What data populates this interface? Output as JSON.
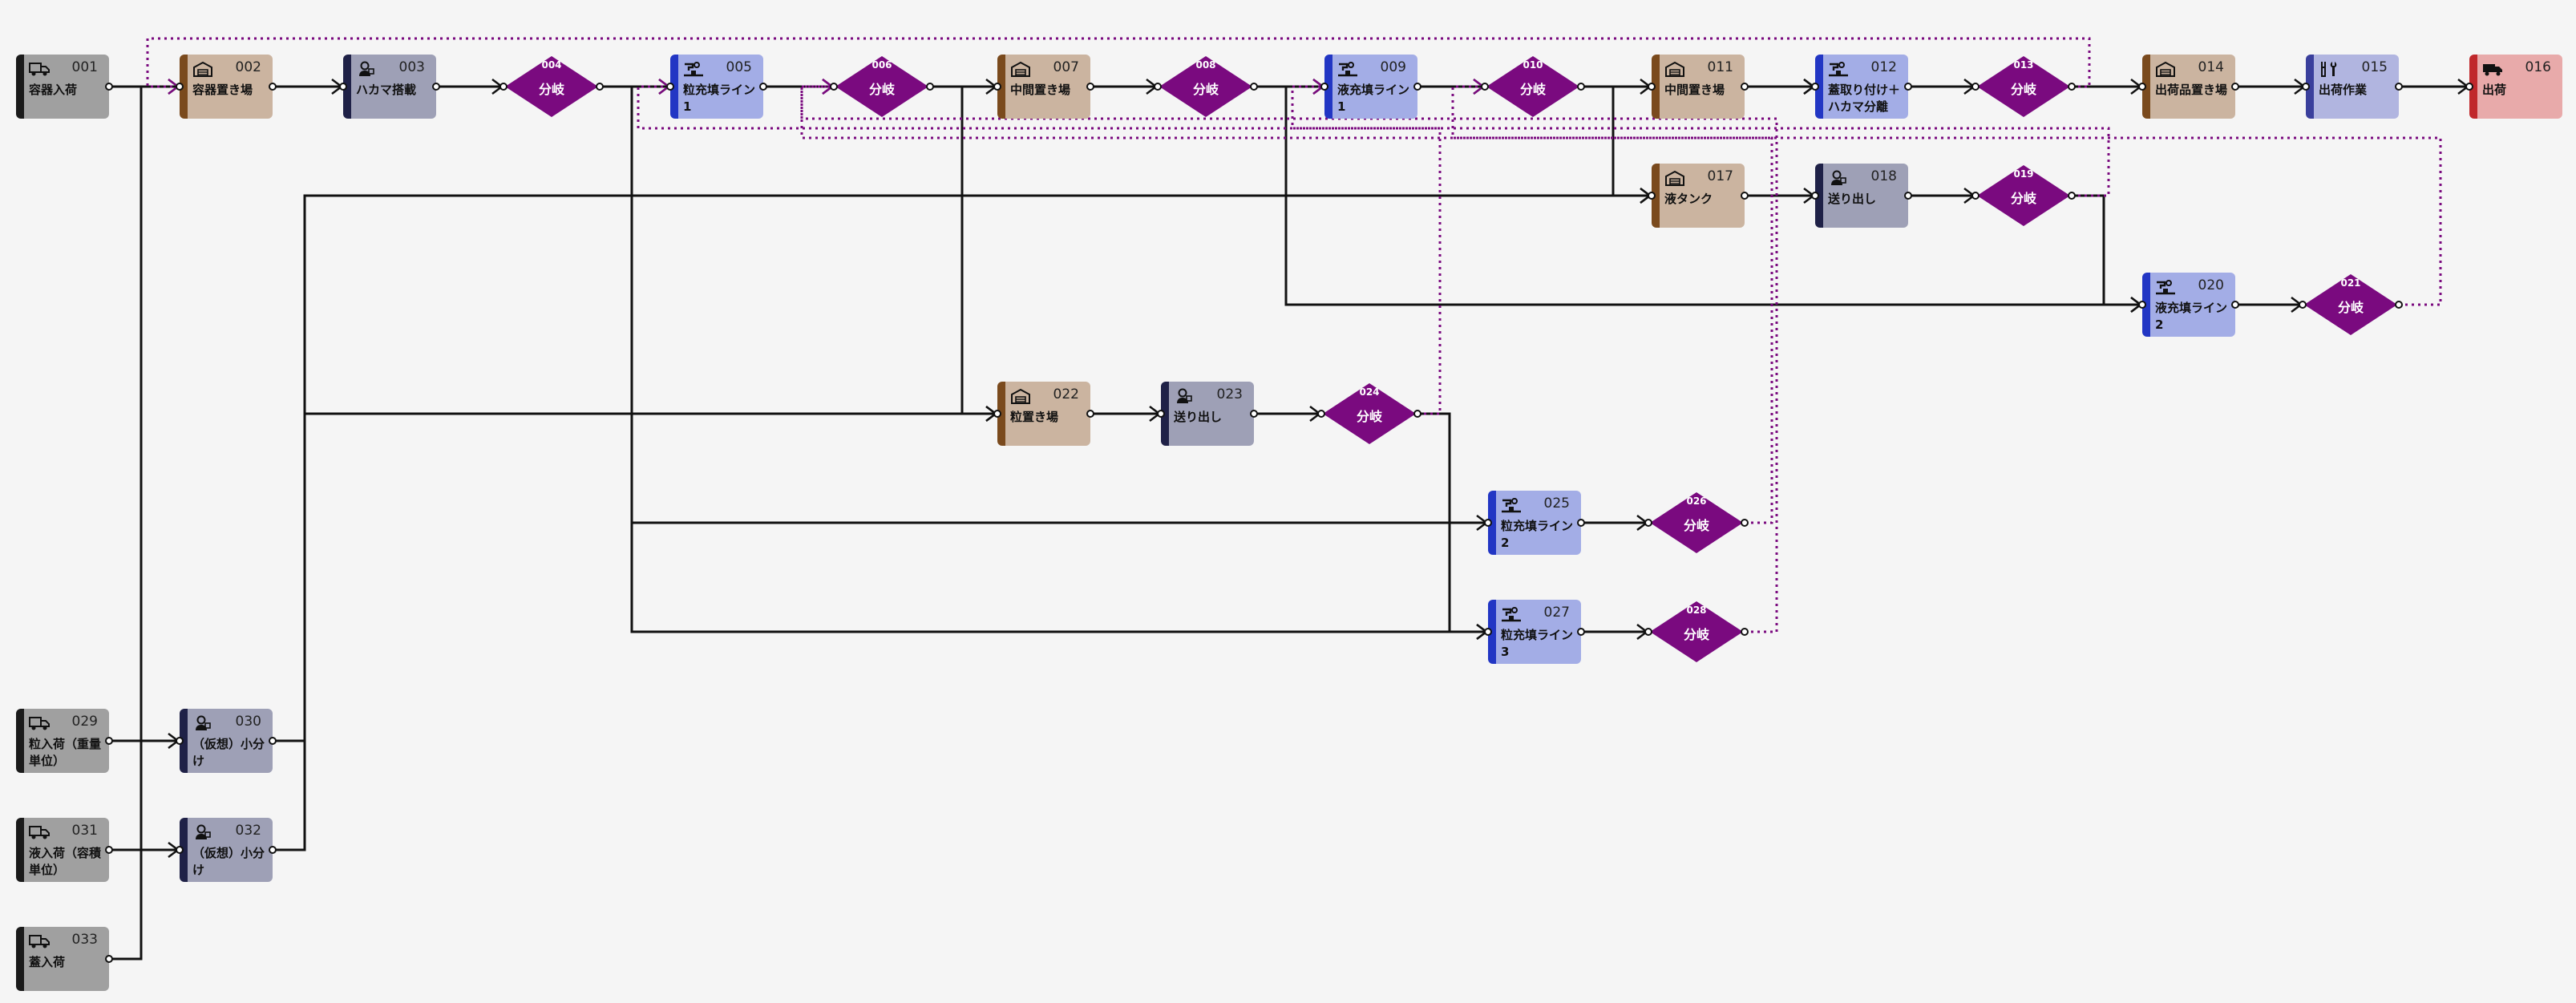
{
  "colors": {
    "background": "#f5f5f5",
    "edge": "#111111",
    "loop_edge": "#7a0a7f",
    "gateway_fill": "#7a0a7f",
    "kinds": {
      "receive": {
        "fill": "#a0a0a0",
        "bar": "#1a1a1a"
      },
      "storage": {
        "fill": "#cbb4a0",
        "bar": "#7a4a1d"
      },
      "worker": {
        "fill": "#9ea0b6",
        "bar": "#1f2147"
      },
      "filling": {
        "fill": "#a3ade6",
        "bar": "#2236c4"
      },
      "tools": {
        "fill": "#b1b5e0",
        "bar": "#3a3f9c"
      },
      "ship": {
        "fill": "#e8aaaa",
        "bar": "#c0282b"
      }
    }
  },
  "icons": {
    "receive": "truck-icon",
    "storage": "warehouse-icon",
    "worker": "worker-icon",
    "filling": "filling-machine-icon",
    "tools": "tools-icon",
    "ship": "shipping-truck-icon"
  },
  "nodes": [
    {
      "id": "001",
      "label": "容器入荷",
      "kind": "receive"
    },
    {
      "id": "002",
      "label": "容器置き場",
      "kind": "storage"
    },
    {
      "id": "003",
      "label": "ハカマ搭載",
      "kind": "worker"
    },
    {
      "id": "005",
      "label": "粒充填ライン1",
      "kind": "filling"
    },
    {
      "id": "007",
      "label": "中間置き場",
      "kind": "storage"
    },
    {
      "id": "009",
      "label": "液充填ライン1",
      "kind": "filling"
    },
    {
      "id": "011",
      "label": "中間置き場",
      "kind": "storage"
    },
    {
      "id": "012",
      "label": "蓋取り付け＋ハカマ分離",
      "kind": "filling"
    },
    {
      "id": "014",
      "label": "出荷品置き場",
      "kind": "storage"
    },
    {
      "id": "015",
      "label": "出荷作業",
      "kind": "tools"
    },
    {
      "id": "016",
      "label": "出荷",
      "kind": "ship"
    },
    {
      "id": "017",
      "label": "液タンク",
      "kind": "storage"
    },
    {
      "id": "018",
      "label": "送り出し",
      "kind": "worker"
    },
    {
      "id": "020",
      "label": "液充填ライン2",
      "kind": "filling"
    },
    {
      "id": "022",
      "label": "粒置き場",
      "kind": "storage"
    },
    {
      "id": "023",
      "label": "送り出し",
      "kind": "worker"
    },
    {
      "id": "025",
      "label": "粒充填ライン2",
      "kind": "filling"
    },
    {
      "id": "027",
      "label": "粒充填ライン3",
      "kind": "filling"
    },
    {
      "id": "029",
      "label": "粒入荷（重量単位）",
      "kind": "receive"
    },
    {
      "id": "030",
      "label": "（仮想）小分け",
      "kind": "worker"
    },
    {
      "id": "031",
      "label": "液入荷（容積単位）",
      "kind": "receive"
    },
    {
      "id": "032",
      "label": "（仮想）小分け",
      "kind": "worker"
    },
    {
      "id": "033",
      "label": "蓋入荷",
      "kind": "receive"
    }
  ],
  "gateways": [
    {
      "id": "004",
      "label": "分岐"
    },
    {
      "id": "006",
      "label": "分岐"
    },
    {
      "id": "008",
      "label": "分岐"
    },
    {
      "id": "010",
      "label": "分岐"
    },
    {
      "id": "013",
      "label": "分岐"
    },
    {
      "id": "019",
      "label": "分岐"
    },
    {
      "id": "021",
      "label": "分岐"
    },
    {
      "id": "024",
      "label": "分岐"
    },
    {
      "id": "026",
      "label": "分岐"
    },
    {
      "id": "028",
      "label": "分岐"
    }
  ],
  "edges": [
    {
      "from": "001",
      "to": "002"
    },
    {
      "from": "002",
      "to": "003"
    },
    {
      "from": "003",
      "to": "004"
    },
    {
      "from": "004",
      "to": "005"
    },
    {
      "from": "004",
      "to": "025"
    },
    {
      "from": "004",
      "to": "027"
    },
    {
      "from": "005",
      "to": "006"
    },
    {
      "from": "006",
      "to": "007"
    },
    {
      "from": "006",
      "to": "022"
    },
    {
      "from": "007",
      "to": "008"
    },
    {
      "from": "008",
      "to": "009"
    },
    {
      "from": "008",
      "to": "020"
    },
    {
      "from": "009",
      "to": "010"
    },
    {
      "from": "010",
      "to": "011"
    },
    {
      "from": "010",
      "to": "017"
    },
    {
      "from": "011",
      "to": "012"
    },
    {
      "from": "012",
      "to": "013"
    },
    {
      "from": "013",
      "to": "014"
    },
    {
      "from": "014",
      "to": "015"
    },
    {
      "from": "015",
      "to": "016"
    },
    {
      "from": "017",
      "to": "018"
    },
    {
      "from": "018",
      "to": "019"
    },
    {
      "from": "019",
      "to": "020"
    },
    {
      "from": "020",
      "to": "021"
    },
    {
      "from": "022",
      "to": "023"
    },
    {
      "from": "023",
      "to": "024"
    },
    {
      "from": "024",
      "to": "027"
    },
    {
      "from": "025",
      "to": "026"
    },
    {
      "from": "027",
      "to": "028"
    },
    {
      "from": "029",
      "to": "030"
    },
    {
      "from": "030",
      "to": "022"
    },
    {
      "from": "031",
      "to": "032"
    },
    {
      "from": "032",
      "to": "017"
    },
    {
      "from": "033",
      "to": "012"
    }
  ],
  "loop_edges": [
    {
      "from": "013",
      "to": "002"
    },
    {
      "from": "024",
      "to": "005"
    },
    {
      "from": "026",
      "to": "006"
    },
    {
      "from": "028",
      "to": "006"
    },
    {
      "from": "019",
      "to": "009"
    },
    {
      "from": "021",
      "to": "010"
    }
  ]
}
